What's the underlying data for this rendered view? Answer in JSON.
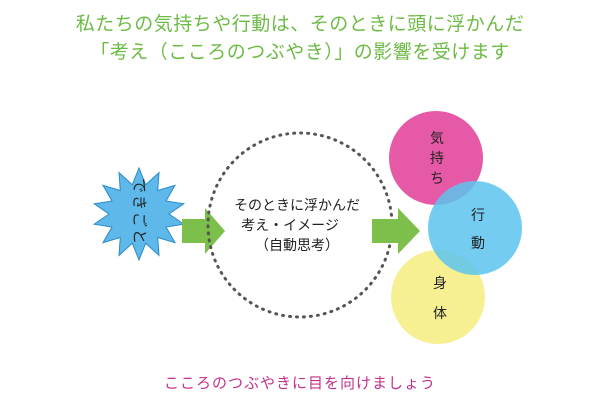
{
  "header": {
    "line1": "私たちの気持ちや行動は、そのときに頭に浮かんだ",
    "line2": "「考え（こころのつぶやき）」の影響を受けます"
  },
  "event": {
    "label": "できごと",
    "color": "#5fb8ea"
  },
  "thought": {
    "line1": "そのときに浮かんだ",
    "line2": "考え・イメージ",
    "line3": "（自動思考）"
  },
  "outcomes": {
    "feeling": {
      "label": "気持ち",
      "color": "#e2479c"
    },
    "action": {
      "label": "行動",
      "color": "#5cc4ee"
    },
    "body": {
      "label": "身体",
      "color": "#f5ee86"
    }
  },
  "arrow_color": "#7cc04b",
  "footer": {
    "text": "こころのつぶやきに目を向けましょう"
  }
}
